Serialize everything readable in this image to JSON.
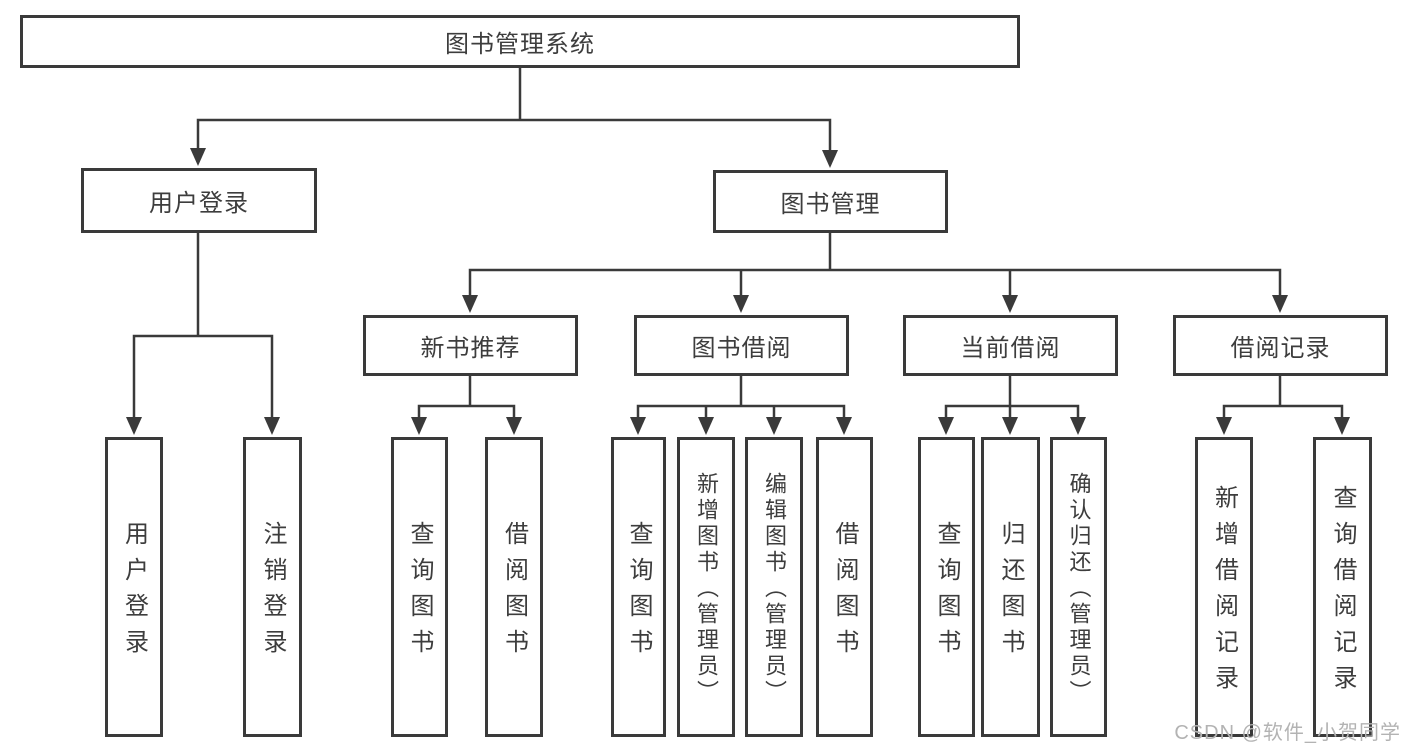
{
  "diagram": {
    "root": {
      "label": "图书管理系统"
    },
    "level2": [
      {
        "label": "用户登录"
      },
      {
        "label": "图书管理"
      }
    ],
    "level3": [
      {
        "label": "新书推荐"
      },
      {
        "label": "图书借阅"
      },
      {
        "label": "当前借阅"
      },
      {
        "label": "借阅记录"
      }
    ],
    "leaves": {
      "user_login": [
        "用户登录",
        "注销登录"
      ],
      "new_book": [
        "查询图书",
        "借阅图书"
      ],
      "book_borrow": [
        "查询图书",
        "新增图书（管理员）",
        "编辑图书（管理员）",
        "借阅图书"
      ],
      "current_borrow": [
        "查询图书",
        "归还图书",
        "确认归还（管理员）"
      ],
      "borrow_record": [
        "新增借阅记录",
        "查询借阅记录"
      ]
    }
  },
  "watermark": "CSDN @软件_小贺同学",
  "colors": {
    "line": "#3a3a3a",
    "text": "#3d3d3d",
    "watermark": "#b3b3b3",
    "background": "#ffffff"
  }
}
